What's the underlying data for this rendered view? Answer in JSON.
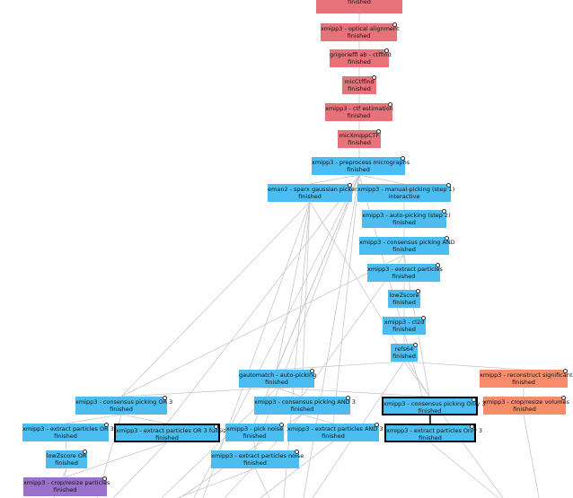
{
  "colors": {
    "finished_red": "#e8727a",
    "finished_blue": "#4cbdf0",
    "finished_orange": "#f88b6a",
    "finished_purple": "#9a72cc",
    "edge": "#c8c8c8"
  },
  "nodes": [
    {
      "id": "n0",
      "label": "",
      "status": "finished",
      "color": "red"
    },
    {
      "id": "n1",
      "label": "xmipp3 - optical alignment",
      "status": "finished",
      "color": "red"
    },
    {
      "id": "n2",
      "label": "grigorieffl ab - ctffind",
      "status": "finished",
      "color": "red"
    },
    {
      "id": "n3",
      "label": "micCtffind",
      "status": "finished",
      "color": "red"
    },
    {
      "id": "n4",
      "label": "xmipp3 - ctf estimation",
      "status": "finished",
      "color": "red"
    },
    {
      "id": "n5",
      "label": "micXmippCTF",
      "status": "finished",
      "color": "red"
    },
    {
      "id": "n6",
      "label": "xmipp3 - preprocess micrographs",
      "status": "finished",
      "color": "blue"
    },
    {
      "id": "n7",
      "label": "eman2 - sparx gaussian picker",
      "status": "finished",
      "color": "blue"
    },
    {
      "id": "n8",
      "label": "xmipp3 - manual-picking (step 1)",
      "status": "interactive",
      "color": "blue"
    },
    {
      "id": "n9",
      "label": "xmipp3 - auto-picking (step 2)",
      "status": "finished",
      "color": "blue"
    },
    {
      "id": "n10",
      "label": "xmipp3 - consensus picking AND",
      "status": "finished",
      "color": "blue"
    },
    {
      "id": "n11",
      "label": "xmipp3 - extract particles",
      "status": "finished",
      "color": "blue"
    },
    {
      "id": "n12",
      "label": "lowZscore",
      "status": "finished",
      "color": "blue"
    },
    {
      "id": "n13",
      "label": "xmipp3 - cl2d",
      "status": "finished",
      "color": "blue"
    },
    {
      "id": "n14",
      "label": "refs64",
      "status": "finished",
      "color": "blue"
    },
    {
      "id": "n15",
      "label": "gautomatch - auto-picking",
      "status": "finished",
      "color": "blue"
    },
    {
      "id": "n16",
      "label": "xmipp3 - reconstruct significant",
      "status": "finished",
      "color": "orange"
    },
    {
      "id": "n17",
      "label": "xmipp3 - crop/resize volumes",
      "status": "finished",
      "color": "orange"
    },
    {
      "id": "n18",
      "label": "xmipp3 - consensus picking OR 3",
      "status": "finished",
      "color": "blue"
    },
    {
      "id": "n19",
      "label": "xmipp3 - consensus picking AND 3",
      "status": "finished",
      "color": "blue"
    },
    {
      "id": "n20",
      "label": "xmipp3 - consensus picking Only 3",
      "status": "finished",
      "color": "blue"
    },
    {
      "id": "n21",
      "label": "xmipp3 - extract particles OR 3",
      "status": "finished",
      "color": "blue"
    },
    {
      "id": "n22",
      "label": "xmipp3 - extract particles OR 3 fullSize",
      "status": "finished",
      "color": "blue"
    },
    {
      "id": "n23",
      "label": "xmipp3 - pick noise",
      "status": "finished",
      "color": "blue"
    },
    {
      "id": "n24",
      "label": "xmipp3 - extract particles AND 3",
      "status": "finished",
      "color": "blue"
    },
    {
      "id": "n25",
      "label": "xmipp3 - extract particles Only 3",
      "status": "finished",
      "color": "blue"
    },
    {
      "id": "n26",
      "label": "lowZscore OR",
      "status": "finished",
      "color": "blue"
    },
    {
      "id": "n27",
      "label": "xmipp3 - extract particles noise",
      "status": "finished",
      "color": "blue"
    },
    {
      "id": "n28",
      "label": "xmipp3 - crop/resize particles",
      "status": "finished",
      "color": "purple"
    }
  ]
}
